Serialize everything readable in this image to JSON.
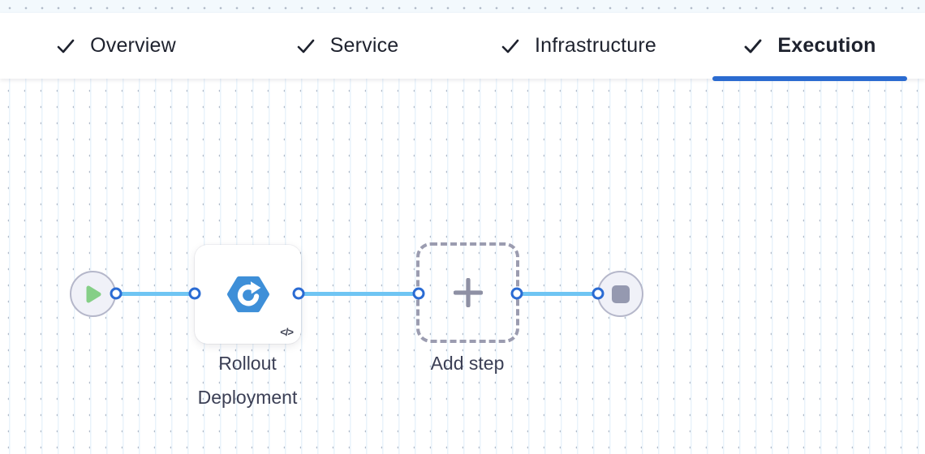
{
  "tab_bar": {
    "tabs": [
      {
        "label": "Overview",
        "completed": true,
        "active": false
      },
      {
        "label": "Service",
        "completed": true,
        "active": false
      },
      {
        "label": "Infrastructure",
        "completed": true,
        "active": false
      },
      {
        "label": "Execution",
        "completed": true,
        "active": true
      }
    ]
  },
  "canvas": {
    "start_node": {
      "type": "start",
      "icon": "play-icon"
    },
    "step": {
      "label": "Rollout Deployment",
      "icon": "rollout-deployment-hexagon-icon",
      "badge": "</>"
    },
    "add_step": {
      "label": "Add step",
      "icon": "plus-icon"
    },
    "end_node": {
      "type": "stop",
      "icon": "stop-square-icon"
    }
  },
  "colors": {
    "accent_blue": "#2b6bd0",
    "connector_blue": "#6fc5f3",
    "port_ring_blue": "#2a6bd3",
    "node_fill": "#f0f1f8",
    "node_border": "#b5b7ca",
    "play_green": "#85cf87",
    "stop_grey": "#9599b0",
    "hexagon_blue": "#3e8fd8",
    "dashed_border_grey": "#9b9cb0",
    "label_grey": "#3b3f55",
    "tab_text": "#1e222e"
  }
}
